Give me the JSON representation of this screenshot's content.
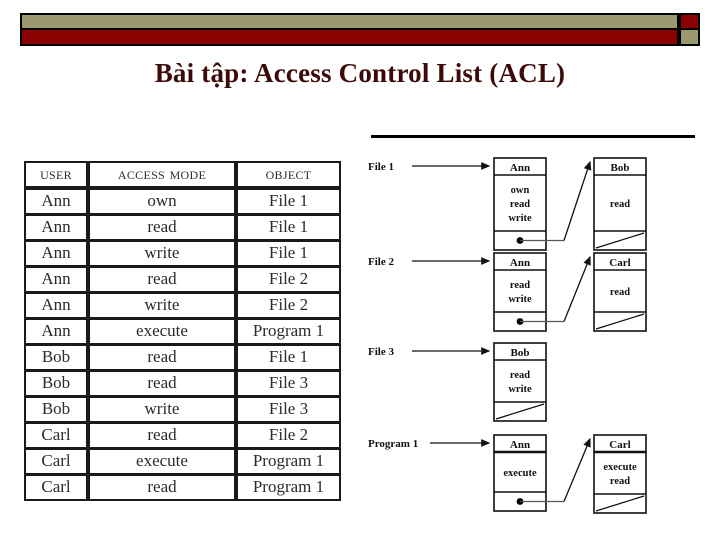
{
  "slide": {
    "title": "Bài tập: Access Control List (ACL)",
    "banner": {
      "olive_color": "#9a9a6e",
      "maroon_color": "#8b0000",
      "border_color": "#000000"
    },
    "title_color": "#3d0a0a"
  },
  "acl_table": {
    "headers": [
      "User",
      "Access mode",
      "Object"
    ],
    "rows": [
      [
        "Ann",
        "own",
        "File 1"
      ],
      [
        "Ann",
        "read",
        "File 1"
      ],
      [
        "Ann",
        "write",
        "File 1"
      ],
      [
        "Ann",
        "read",
        "File 2"
      ],
      [
        "Ann",
        "write",
        "File 2"
      ],
      [
        "Ann",
        "execute",
        "Program 1"
      ],
      [
        "Bob",
        "read",
        "File 1"
      ],
      [
        "Bob",
        "read",
        "File 3"
      ],
      [
        "Bob",
        "write",
        "File 3"
      ],
      [
        "Carl",
        "read",
        "File 2"
      ],
      [
        "Carl",
        "execute",
        "Program 1"
      ],
      [
        "Carl",
        "read",
        "Program 1"
      ]
    ]
  },
  "diagram": {
    "type": "linked-list-acl",
    "rows": [
      {
        "label": "File 1",
        "nodes": [
          {
            "name": "Ann",
            "permissions": [
              "own",
              "read",
              "write"
            ],
            "pointer": "link"
          },
          {
            "name": "Bob",
            "permissions": [
              "read"
            ],
            "pointer": "null"
          }
        ]
      },
      {
        "label": "File 2",
        "nodes": [
          {
            "name": "Ann",
            "permissions": [
              "read",
              "write"
            ],
            "pointer": "link"
          },
          {
            "name": "Carl",
            "permissions": [
              "read"
            ],
            "pointer": "null"
          }
        ]
      },
      {
        "label": "File 3",
        "nodes": [
          {
            "name": "Bob",
            "permissions": [
              "read",
              "write"
            ],
            "pointer": "null"
          }
        ]
      },
      {
        "label": "Program 1",
        "nodes": [
          {
            "name": "Ann",
            "permissions": [
              "execute"
            ],
            "pointer": "link"
          },
          {
            "name": "Carl",
            "permissions": [
              "execute",
              "read"
            ],
            "pointer": "null"
          }
        ]
      }
    ]
  }
}
